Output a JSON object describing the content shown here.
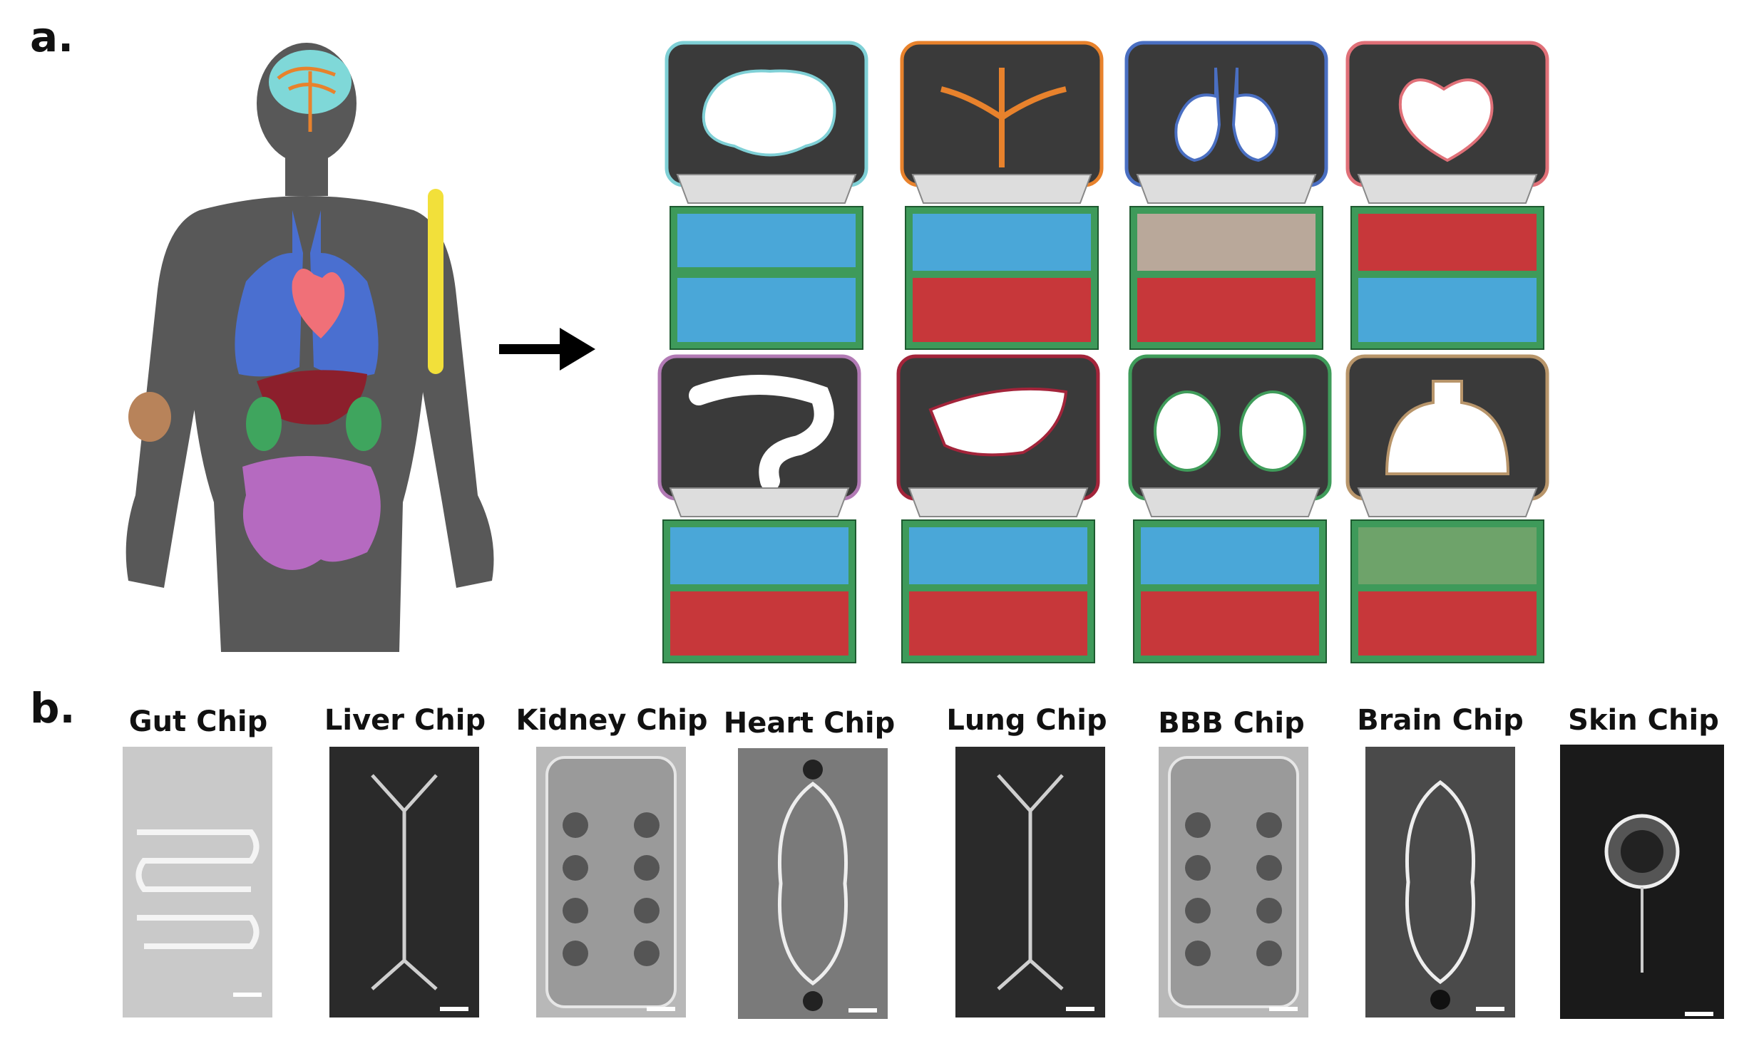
{
  "panel_labels": {
    "a": "a.",
    "b": "b."
  },
  "organ_tiles": [
    {
      "organ": "brain",
      "border": "#7fd0d6"
    },
    {
      "organ": "vasculature",
      "border": "#e8822c"
    },
    {
      "organ": "lung",
      "border": "#4a6fc2"
    },
    {
      "organ": "heart",
      "border": "#e07078"
    },
    {
      "organ": "intestine",
      "border": "#b27ab5"
    },
    {
      "organ": "liver",
      "border": "#a3243a"
    },
    {
      "organ": "kidney",
      "border": "#3f9c5a"
    },
    {
      "organ": "skin",
      "border": "#b8956a"
    }
  ],
  "chips": [
    {
      "title": "Gut Chip"
    },
    {
      "title": "Liver Chip"
    },
    {
      "title": "Kidney Chip"
    },
    {
      "title": "Heart Chip"
    },
    {
      "title": "Lung Chip"
    },
    {
      "title": "BBB Chip"
    },
    {
      "title": "Brain Chip"
    },
    {
      "title": "Skin Chip"
    }
  ],
  "colors": {
    "silhouette": "#585858",
    "tile_dark": "#3a3a3a",
    "frame_green": "#3e9a5a",
    "medium_blue": "#4aa7d8",
    "blood_red": "#c7373a"
  }
}
